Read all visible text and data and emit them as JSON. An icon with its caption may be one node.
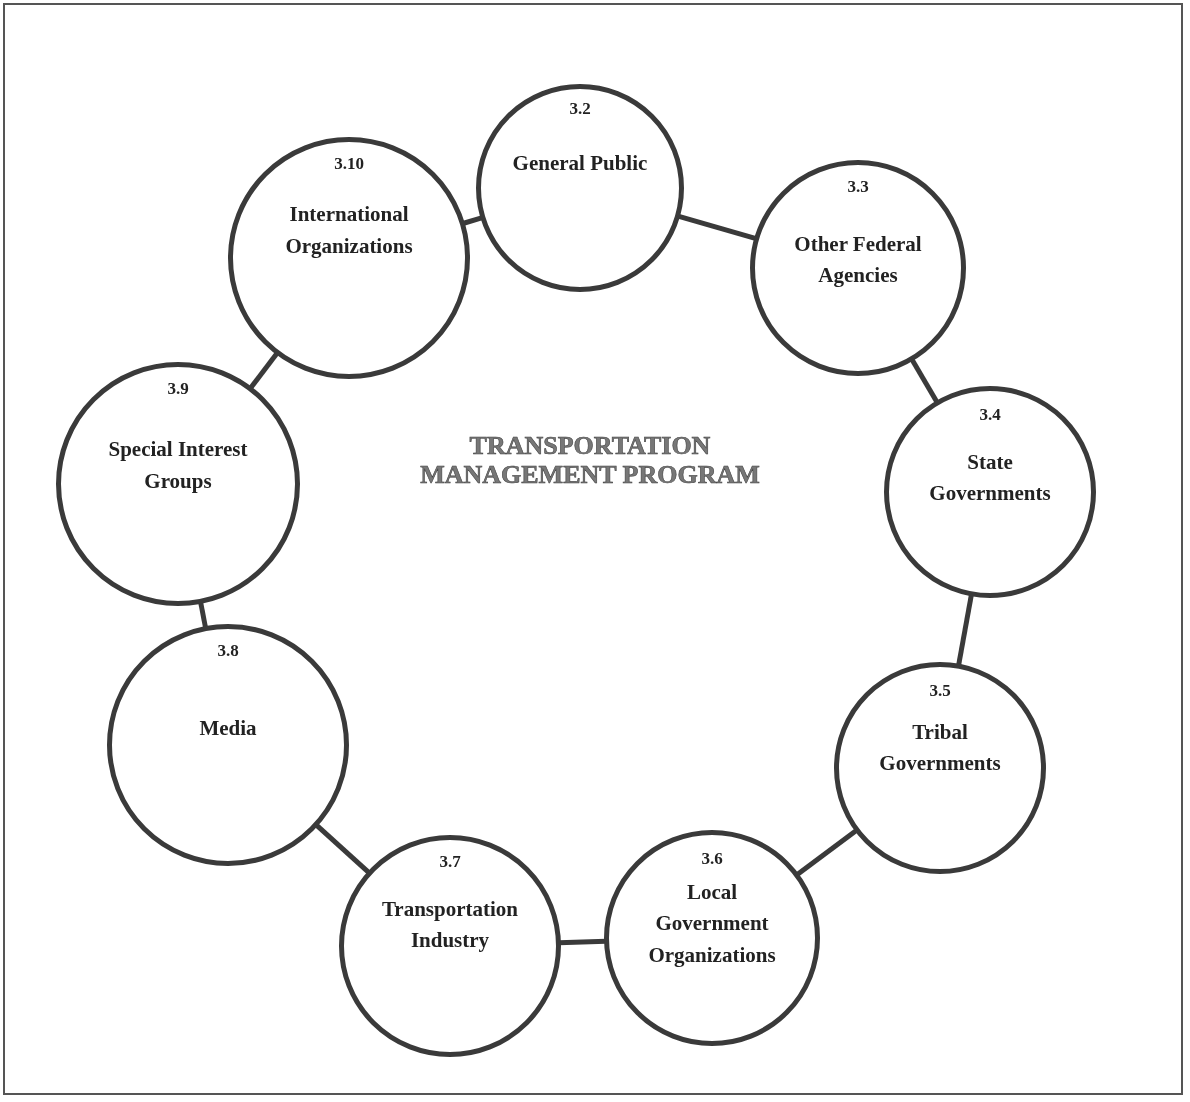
{
  "diagram": {
    "title": "TRANSPORTATION MANAGEMENT PROGRAM",
    "nodes": [
      {
        "text": [
          "3.2",
          "General Public"
        ]
      },
      {
        "text": [
          "3.3",
          "Other Federal Agencies"
        ]
      },
      {
        "text": [
          "3.4",
          "State Governments"
        ]
      },
      {
        "text": [
          "3.5",
          "Tribal Governments"
        ]
      },
      {
        "text": [
          "3.6",
          "Local Government Organizations"
        ]
      },
      {
        "text": [
          "3.7",
          "Transportation Industry"
        ]
      },
      {
        "text": [
          "3.8",
          "Media"
        ]
      },
      {
        "text": [
          "3.9",
          "Special Interest Groups"
        ]
      },
      {
        "text": [
          "3.10",
          "International Organizations"
        ]
      }
    ],
    "edges": [
      {
        "from": 0,
        "to": 1,
        "arrow": "none"
      },
      {
        "from": 1,
        "to": 2,
        "arrow": "none"
      },
      {
        "from": 2,
        "to": 3,
        "arrow": "none"
      },
      {
        "from": 3,
        "to": 4,
        "arrow": "none"
      },
      {
        "from": 4,
        "to": 5,
        "arrow": "none"
      },
      {
        "from": 5,
        "to": 6,
        "arrow": "none"
      },
      {
        "from": 6,
        "to": 7,
        "arrow": "none"
      },
      {
        "from": 7,
        "to": 8,
        "arrow": "none"
      },
      {
        "from": 8,
        "to": 0,
        "arrow": "none"
      }
    ]
  }
}
